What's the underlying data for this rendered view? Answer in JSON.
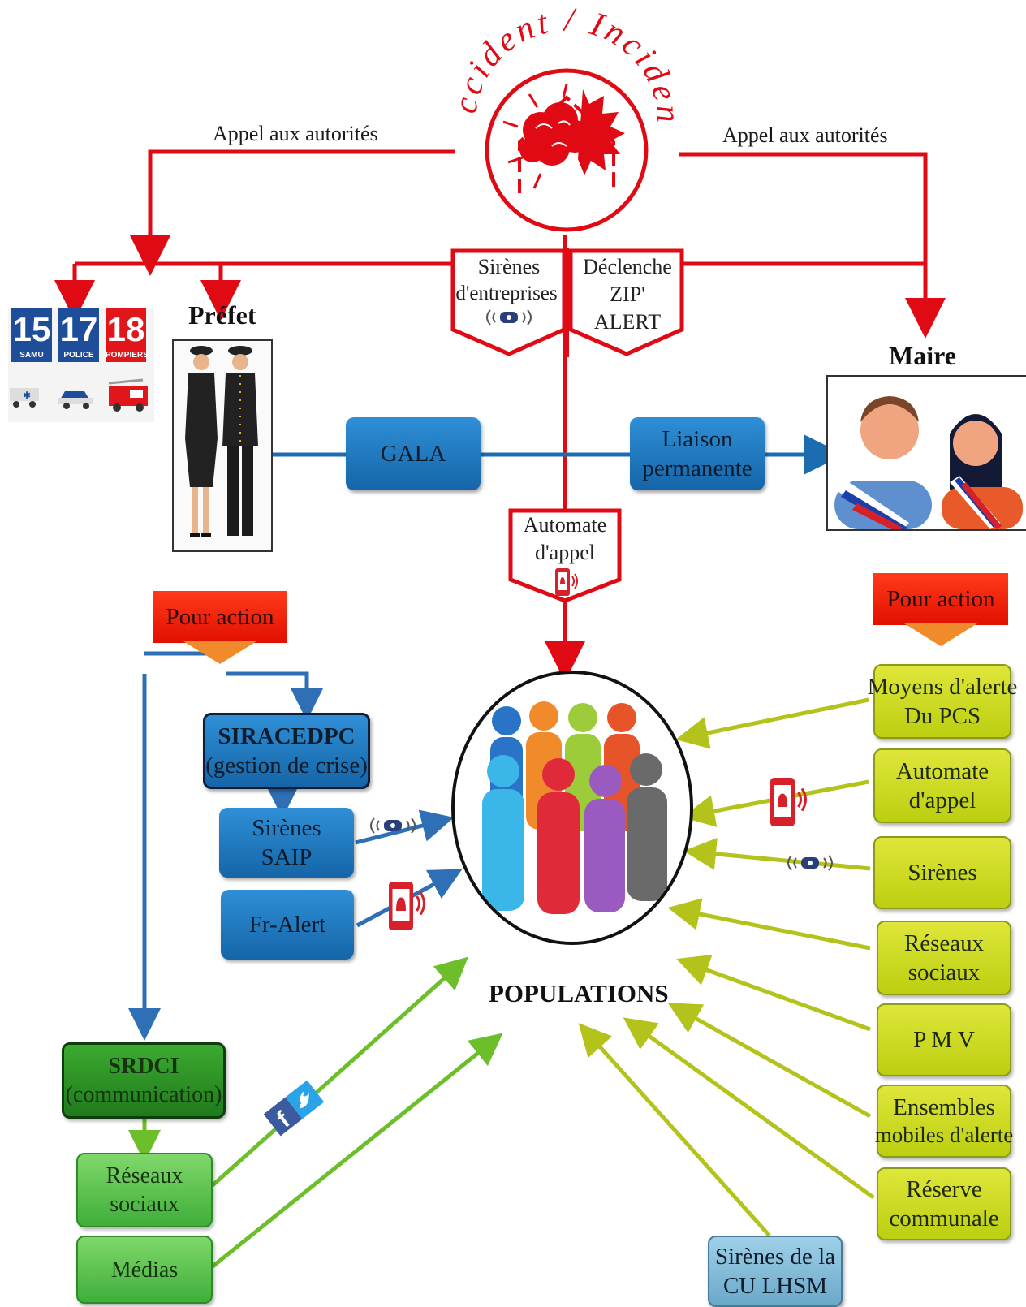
{
  "accident": {
    "title": "Accident / Incident",
    "color": "#e00a14"
  },
  "calls": {
    "left": "Appel aux autorités",
    "right": "Appel aux autorités"
  },
  "emergency": [
    {
      "number": "15",
      "label": "SAMU",
      "color": "#1e4e9a"
    },
    {
      "number": "17",
      "label": "POLICE",
      "color": "#1e4e9a"
    },
    {
      "number": "18",
      "label": "POMPIERS",
      "color": "#e0161b"
    }
  ],
  "prefet": {
    "label": "Préfet"
  },
  "maire": {
    "label": "Maire"
  },
  "sirens_enterprise": {
    "line1": "Sirènes",
    "line2": "d'entreprises"
  },
  "zip_alert": {
    "line1": "Déclenche",
    "line2": "ZIP'",
    "line3": "ALERT"
  },
  "gala": {
    "label": "GALA"
  },
  "liaison": {
    "line1": "Liaison",
    "line2": "permanente"
  },
  "automate_center": {
    "line1": "Automate",
    "line2": "d'appel"
  },
  "pour_action_left": "Pour action",
  "pour_action_right": "Pour action",
  "siracedpc": {
    "line1": "SIRACEDPC",
    "line2": "(gestion de crise)"
  },
  "sirenes_saip": {
    "line1": "Sirènes",
    "line2": "SAIP"
  },
  "fr_alert": {
    "label": "Fr-Alert"
  },
  "srdci": {
    "line1": "SRDCI",
    "line2": "(communication)"
  },
  "left_green": [
    {
      "line1": "Réseaux",
      "line2": "sociaux"
    },
    {
      "line1": "Médias",
      "line2": ""
    }
  ],
  "populations": {
    "label": "POPULATIONS"
  },
  "right_yellow": [
    {
      "line1": "Moyens d'alerte",
      "line2": "Du PCS"
    },
    {
      "line1": "Automate",
      "line2": "d'appel"
    },
    {
      "line1": "Sirènes",
      "line2": ""
    },
    {
      "line1": "Réseaux",
      "line2": "sociaux"
    },
    {
      "line1": "P M V",
      "line2": ""
    },
    {
      "line1": "Ensembles",
      "line2": "mobiles d'alerte"
    },
    {
      "line1": "Réserve",
      "line2": "communale"
    }
  ],
  "sirenes_cu": {
    "line1": "Sirènes de la",
    "line2": "CU LHSM"
  },
  "colors": {
    "red": "#e00a14",
    "blue": "#1c6db0",
    "olive": "#b4c21c",
    "green": "#6cbf2a"
  }
}
